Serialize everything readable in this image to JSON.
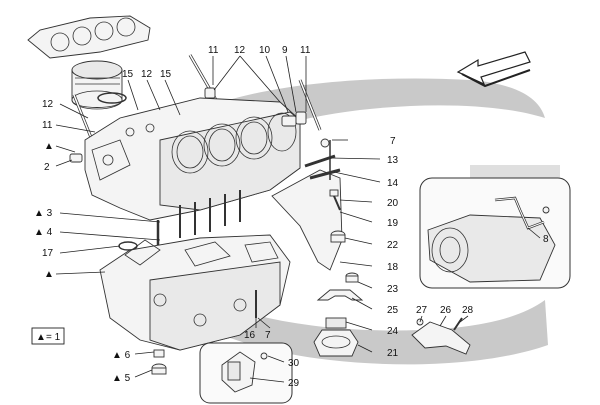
{
  "legend": {
    "symbol": "▲",
    "text": "= 1"
  },
  "colors": {
    "swoosh": "#c9c9c9",
    "line": "#333333",
    "ink": "#111111"
  },
  "callouts": [
    {
      "id": "c11a",
      "text": "11"
    },
    {
      "id": "c12a",
      "text": "12"
    },
    {
      "id": "c10",
      "text": "10"
    },
    {
      "id": "c9",
      "text": "9"
    },
    {
      "id": "c11b",
      "text": "11"
    },
    {
      "id": "c15a",
      "text": "15"
    },
    {
      "id": "c12b",
      "text": "12"
    },
    {
      "id": "c15b",
      "text": "15"
    },
    {
      "id": "c12c",
      "text": "12"
    },
    {
      "id": "c11c",
      "text": "11"
    },
    {
      "id": "ctri1",
      "text": "▲"
    },
    {
      "id": "c2",
      "text": "2"
    },
    {
      "id": "c7a",
      "text": "7"
    },
    {
      "id": "c13",
      "text": "13"
    },
    {
      "id": "c14",
      "text": "14"
    },
    {
      "id": "c20",
      "text": "20"
    },
    {
      "id": "c19",
      "text": "19"
    },
    {
      "id": "c22",
      "text": "22"
    },
    {
      "id": "c18",
      "text": "18"
    },
    {
      "id": "c23",
      "text": "23"
    },
    {
      "id": "c25",
      "text": "25"
    },
    {
      "id": "c24",
      "text": "24"
    },
    {
      "id": "c21",
      "text": "21"
    },
    {
      "id": "c3",
      "text": "▲ 3"
    },
    {
      "id": "c4",
      "text": "▲ 4"
    },
    {
      "id": "c17",
      "text": "17"
    },
    {
      "id": "ctri2",
      "text": "▲"
    },
    {
      "id": "c16",
      "text": "16"
    },
    {
      "id": "c7b",
      "text": "7"
    },
    {
      "id": "c6",
      "text": "▲ 6"
    },
    {
      "id": "c5",
      "text": "▲ 5"
    },
    {
      "id": "c30",
      "text": "30"
    },
    {
      "id": "c29",
      "text": "29"
    },
    {
      "id": "c8",
      "text": "8"
    },
    {
      "id": "c27",
      "text": "27"
    },
    {
      "id": "c26",
      "text": "26"
    },
    {
      "id": "c28",
      "text": "28"
    }
  ]
}
